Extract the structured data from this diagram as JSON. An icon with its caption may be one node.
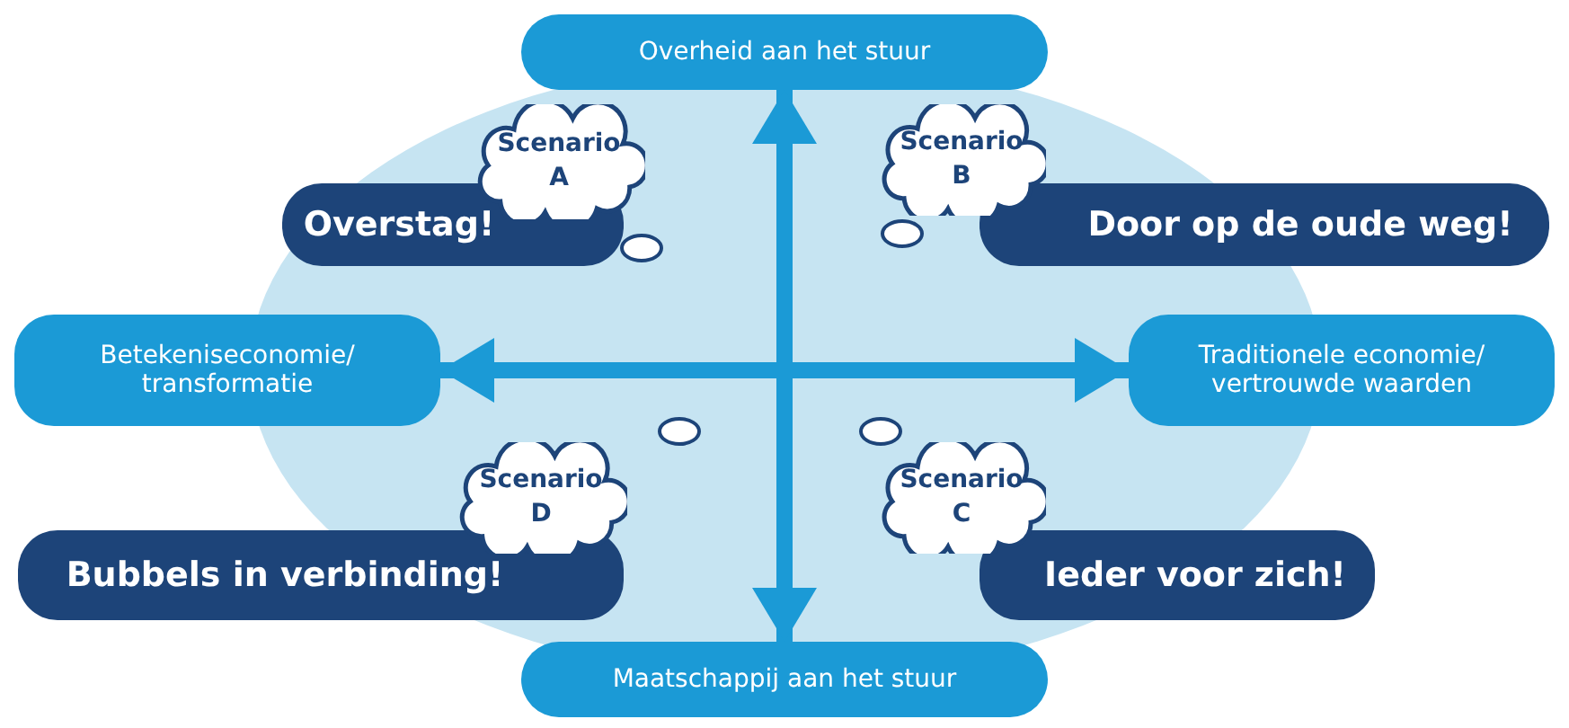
{
  "diagram": {
    "nodes": [
      {
        "text": [
          "Overheid aan het stuur"
        ]
      },
      {
        "text": [
          "Scenario A"
        ]
      },
      {
        "text": [
          "Overstag!"
        ]
      },
      {
        "text": [
          "Scenario B"
        ]
      },
      {
        "text": [
          "Door op de oude weg!"
        ]
      },
      {
        "text": [
          "Betekeniseconomie/ transformatie"
        ]
      },
      {
        "text": [
          "Traditionele economie/ vertrouwde waarden"
        ]
      },
      {
        "text": [
          "Scenario D"
        ]
      },
      {
        "text": [
          "Bubbels in verbinding!"
        ]
      },
      {
        "text": [
          "Scenario C"
        ]
      },
      {
        "text": [
          "Ieder voor zich!"
        ]
      },
      {
        "text": [
          "Maatschappij aan het stuur"
        ]
      }
    ],
    "edges": [
      {
        "from": 0,
        "to": 11,
        "arrow": "both"
      },
      {
        "from": 5,
        "to": 6,
        "arrow": "both"
      }
    ]
  }
}
